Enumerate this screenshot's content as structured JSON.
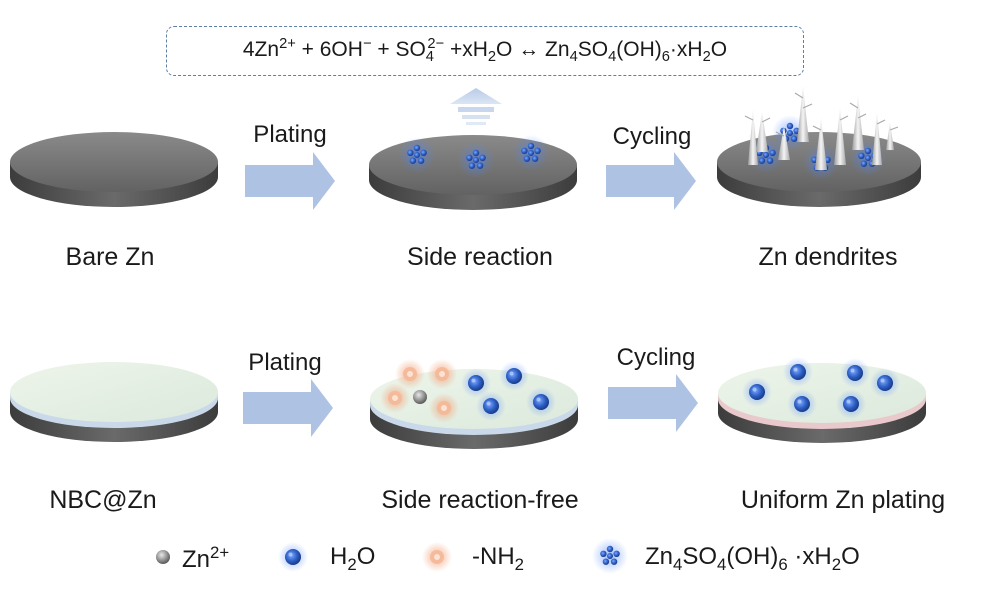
{
  "equation": {
    "p1": "4Zn",
    "p1_sup": "2+",
    "p2": " + 6OH",
    "p2_sup": "−",
    "p3": " + SO",
    "p3_sub": "4",
    "p3_sup": "2−",
    "p4": " +xH",
    "p4_sub": "2",
    "p5": "O ↔ Zn",
    "p5_sub": "4",
    "p6": "SO",
    "p6_sub": "4",
    "p7": "(OH)",
    "p7_sub": "6",
    "p8": "·xH",
    "p8_sub": "2",
    "p9": "O"
  },
  "top_row": {
    "captions": [
      "Bare Zn",
      "Side reaction",
      "Zn dendrites"
    ],
    "arrows": [
      "Plating",
      "Cycling"
    ]
  },
  "bottom_row": {
    "captions": [
      "NBC@Zn",
      "Side reaction-free",
      "Uniform Zn plating"
    ],
    "arrows": [
      "Plating",
      "Cycling"
    ]
  },
  "legend": {
    "zn_ion": {
      "text": "Zn",
      "sup": "2+"
    },
    "water": {
      "text": "H",
      "sub": "2",
      "text2": "O"
    },
    "amine": {
      "text": "-NH",
      "sub": "2"
    },
    "byproduct": {
      "t1": "Zn",
      "s1": "4",
      "t2": "SO",
      "s2": "4",
      "t3": "(OH)",
      "s3": "6",
      "t4": " ·xH",
      "s4": "2",
      "t5": "O"
    }
  },
  "colors": {
    "disk_gray": "#7a7a7a",
    "disk_dark": "#4a4a4a",
    "coating_green": "#e6f0e6",
    "arrow_blue": "#aec3e3",
    "water_blue": "#2d5fc4",
    "amine_orange": "#f2b89a",
    "dashed_border": "#5b7fa6"
  }
}
